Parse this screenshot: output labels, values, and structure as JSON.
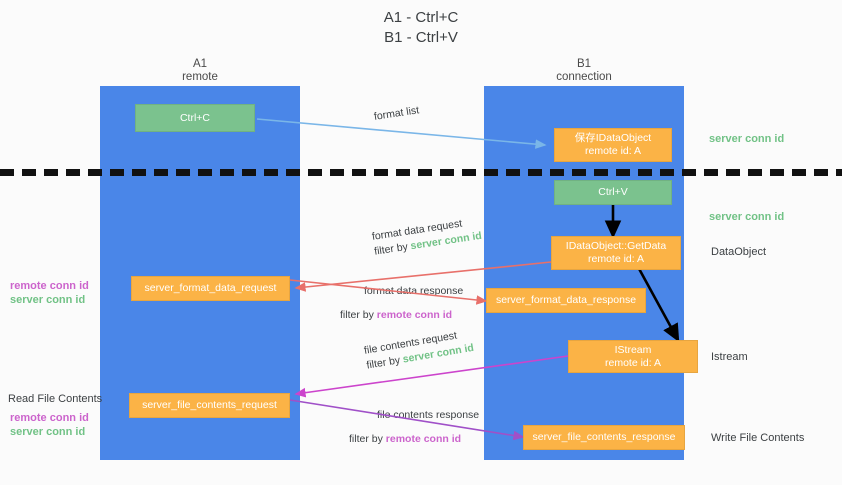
{
  "title": {
    "line1": "A1 - Ctrl+C",
    "line2": "B1 - Ctrl+V"
  },
  "lanes": [
    {
      "id": "A1",
      "name": "A1",
      "sub": "remote",
      "color": "#4a86e8"
    },
    {
      "id": "B1",
      "name": "B1",
      "sub": "connection",
      "color": "#4a86e8"
    }
  ],
  "nodes": {
    "ctrl_c": {
      "line1": "Ctrl+C",
      "line2": "",
      "color": "#7bc28e"
    },
    "save_idataobject": {
      "line1": "保存IDataObject",
      "line2": "remote id: A",
      "color": "#fbb346"
    },
    "ctrl_v": {
      "line1": "Ctrl+V",
      "line2": "",
      "color": "#7bc28e"
    },
    "idataobject_getdata": {
      "line1": "IDataObject::GetData",
      "line2": "remote id: A",
      "color": "#fbb346"
    },
    "server_format_data_request": {
      "line1": "server_format_data_request",
      "line2": "",
      "color": "#fbb346"
    },
    "server_format_data_response": {
      "line1": "server_format_data_response",
      "line2": "",
      "color": "#fbb346"
    },
    "istream": {
      "line1": "IStream",
      "line2": "remote id: A",
      "color": "#fbb346"
    },
    "server_file_contents_request": {
      "line1": "server_file_contents_request",
      "line2": "",
      "color": "#fbb346"
    },
    "server_file_contents_response": {
      "line1": "server_file_contents_response",
      "line2": "",
      "color": "#fbb346"
    }
  },
  "edges": {
    "format_list": {
      "label": "format list"
    },
    "format_data_request": {
      "line1": "format data request",
      "filter_prefix": "filter by ",
      "filter_id": "server conn id",
      "filter_kind": "server"
    },
    "format_data_response": {
      "line1": "format data response",
      "filter_prefix": "filter by ",
      "filter_id": "remote conn id",
      "filter_kind": "remote"
    },
    "file_contents_request": {
      "line1": "file contents request",
      "filter_prefix": "filter by ",
      "filter_id": "server conn id",
      "filter_kind": "server"
    },
    "file_contents_response": {
      "line1": "file contents response",
      "filter_prefix": "filter by ",
      "filter_id": "remote conn id",
      "filter_kind": "remote"
    }
  },
  "annotations": {
    "right_server_conn_1": "server conn id",
    "right_server_conn_2": "server conn id",
    "right_dataobject": "DataObject",
    "right_istream": "Istream",
    "right_write_file_contents": "Write File Contents",
    "left_remote_conn_1": "remote conn id",
    "left_server_conn_1": "server conn id",
    "left_read_file_contents": "Read File Contents",
    "left_remote_conn_2": "remote conn id",
    "left_server_conn_2": "server conn id"
  },
  "colors": {
    "lane": "#4a86e8",
    "green_node": "#7bc28e",
    "orange_node": "#fbb346",
    "remote_conn_id": "#cc64cc",
    "server_conn_id": "#71c286",
    "arrow_blue": "#7ab6e8",
    "arrow_red": "#e8706a",
    "arrow_magenta": "#cc44cc",
    "arrow_purple": "#a050c8",
    "arrow_black": "#000000",
    "divider": "#111111"
  }
}
